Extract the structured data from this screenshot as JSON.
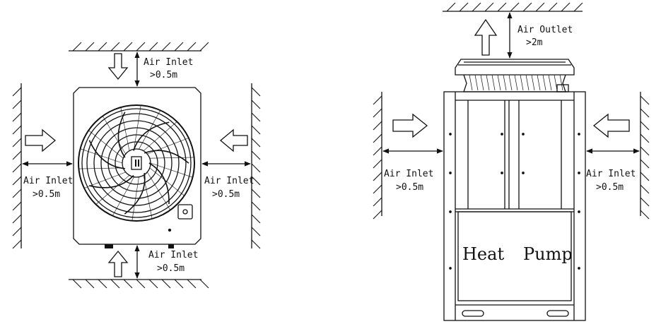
{
  "left_view": {
    "top": {
      "label": "Air Inlet",
      "distance": ">0.5m"
    },
    "left": {
      "label": "Air Inlet",
      "distance": ">0.5m"
    },
    "right": {
      "label": "Air Inlet",
      "distance": ">0.5m"
    },
    "bottom": {
      "label": "Air Inlet",
      "distance": ">0.5m"
    }
  },
  "right_view": {
    "top": {
      "label": "Air Outlet",
      "distance": ">2m"
    },
    "left": {
      "label": "Air Inlet",
      "distance": ">0.5m"
    },
    "right": {
      "label": "Air Inlet",
      "distance": ">0.5m"
    },
    "unit_label_word1": "Heat",
    "unit_label_word2": "Pump"
  },
  "colors": {
    "line": "#111111",
    "background": "#ffffff"
  }
}
